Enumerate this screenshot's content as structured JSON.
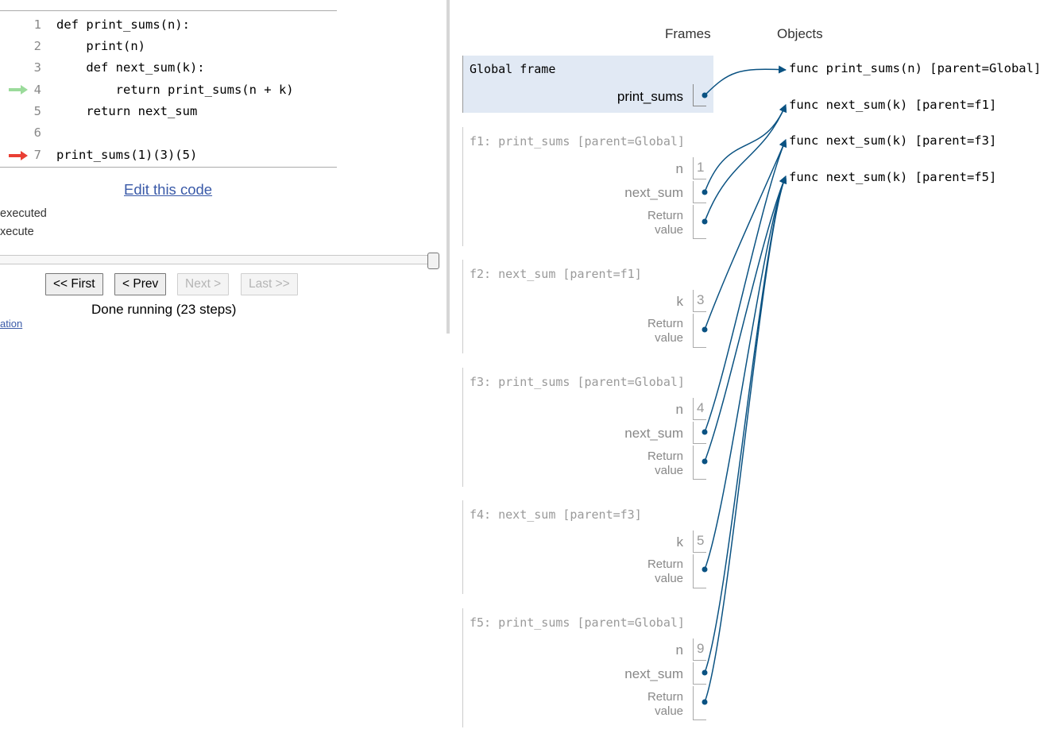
{
  "code": {
    "lines": [
      {
        "no": "1",
        "text": "def print_sums(n):"
      },
      {
        "no": "2",
        "text": "    print(n)"
      },
      {
        "no": "3",
        "text": "    def next_sum(k):"
      },
      {
        "no": "4",
        "text": "        return print_sums(n + k)"
      },
      {
        "no": "5",
        "text": "    return next_sum"
      },
      {
        "no": "6",
        "text": ""
      },
      {
        "no": "7",
        "text": "print_sums(1)(3)(5)"
      }
    ],
    "prev_line_arrow_color": "#9bdb9b",
    "next_line_arrow_color": "#e93f34"
  },
  "edit_link": "Edit this code",
  "legend": {
    "executed": "executed",
    "to_execute": "xecute"
  },
  "controls": {
    "first": "<< First",
    "prev": "< Prev",
    "next": "Next >",
    "last": "Last >>",
    "status": "Done running (23 steps)"
  },
  "bottom_link": "ation",
  "viz": {
    "frames_header": "Frames",
    "objects_header": "Objects",
    "global_frame": {
      "title": "Global frame",
      "vars": [
        {
          "name": "print_sums",
          "value": ""
        }
      ]
    },
    "frames": [
      {
        "title": "f1: print_sums [parent=Global]",
        "vars": [
          {
            "name": "n",
            "value": "1"
          },
          {
            "name": "next_sum",
            "value": ""
          }
        ],
        "return_label": "Return\nvalue"
      },
      {
        "title": "f2: next_sum [parent=f1]",
        "vars": [
          {
            "name": "k",
            "value": "3"
          }
        ],
        "return_label": "Return\nvalue"
      },
      {
        "title": "f3: print_sums [parent=Global]",
        "vars": [
          {
            "name": "n",
            "value": "4"
          },
          {
            "name": "next_sum",
            "value": ""
          }
        ],
        "return_label": "Return\nvalue"
      },
      {
        "title": "f4: next_sum [parent=f3]",
        "vars": [
          {
            "name": "k",
            "value": "5"
          }
        ],
        "return_label": "Return\nvalue"
      },
      {
        "title": "f5: print_sums [parent=Global]",
        "vars": [
          {
            "name": "n",
            "value": "9"
          },
          {
            "name": "next_sum",
            "value": ""
          }
        ],
        "return_label": "Return\nvalue"
      }
    ],
    "objects": [
      "func print_sums(n) [parent=Global]",
      "func next_sum(k) [parent=f1]",
      "func next_sum(k) [parent=f3]",
      "func next_sum(k) [parent=f5]"
    ],
    "pointer_color": "#0a5282"
  }
}
